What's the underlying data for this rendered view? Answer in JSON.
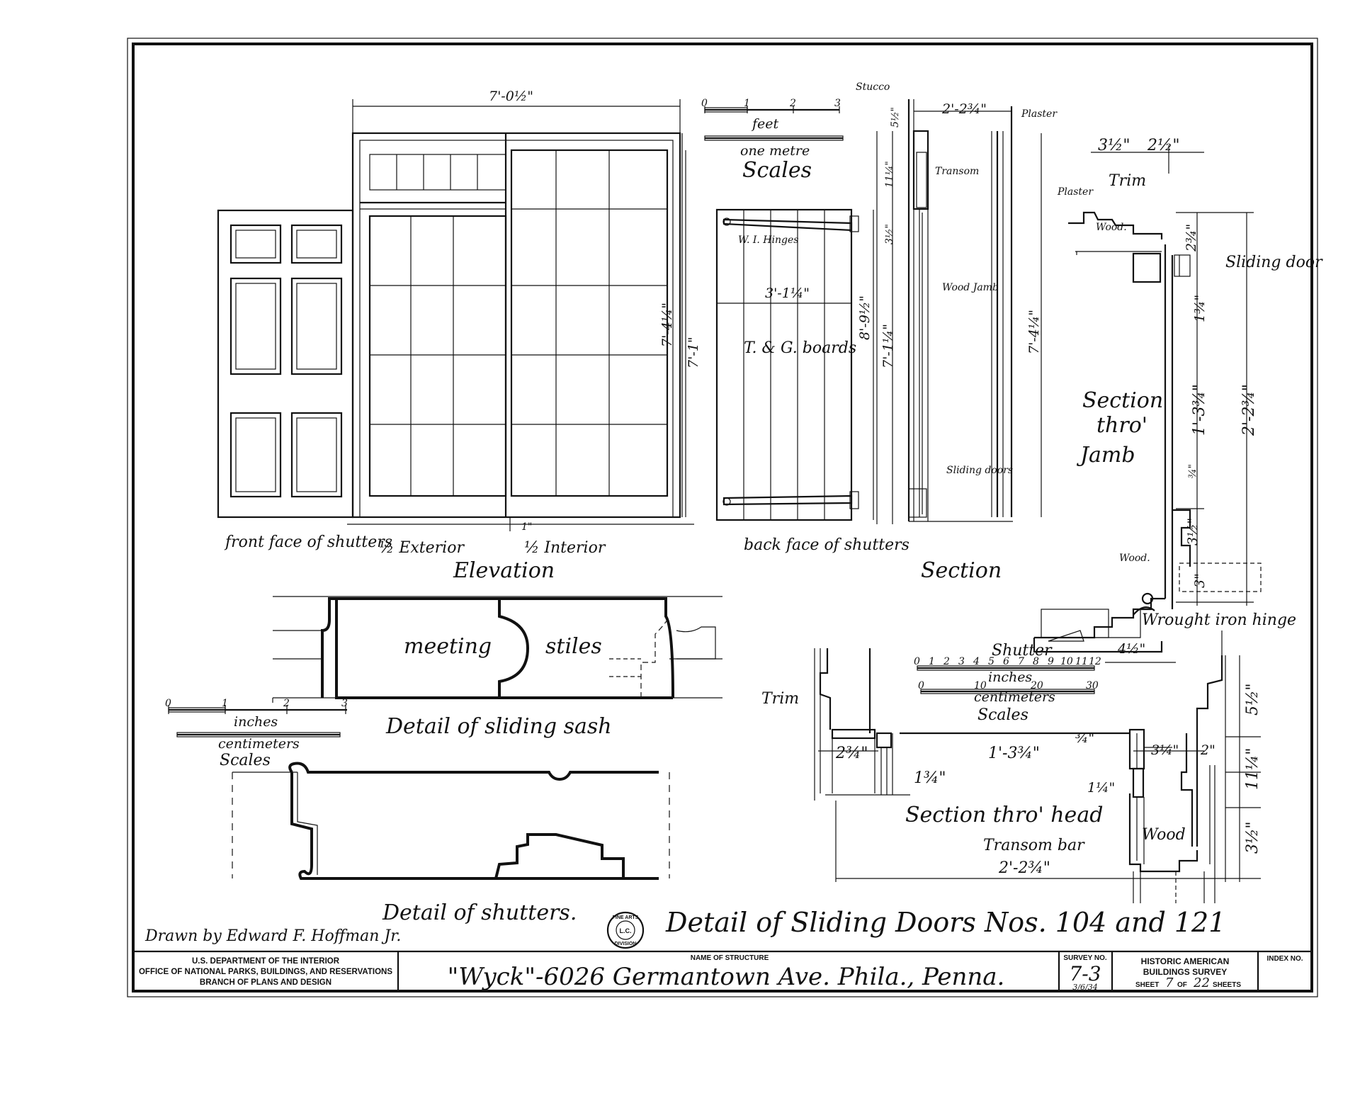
{
  "elevation": {
    "overall_width": "7'-0½\"",
    "height_left": "7'-4¼\"",
    "height_inner": "7'-1\"",
    "gap": "1\"",
    "front_face_label": "front face of shutters",
    "exterior_label": "½ Exterior",
    "interior_label": "½ Interior",
    "title": "Elevation"
  },
  "scales_top": {
    "ticks": [
      "0",
      "1",
      "2",
      "3"
    ],
    "feet": "feet",
    "metre": "one metre",
    "title": "Scales"
  },
  "back_face": {
    "hinges": "W. I. Hinges",
    "width": "3'-1¼\"",
    "boards": "T. & G. boards",
    "height": "8'-9½\"",
    "label": "back face of shutters"
  },
  "section": {
    "stucco": "Stucco",
    "plaster": "Plaster",
    "width": "2'-2¾\"",
    "d1": "5½\"",
    "d2": "11¼\"",
    "d3": "3½\"",
    "d4": "7'-1¼\"",
    "d5": "7'-4¼\"",
    "transom": "Transom",
    "wood_jamb": "Wood Jamb",
    "sliding_doors": "Sliding doors",
    "title": "Section"
  },
  "jamb": {
    "d1": "3½\"",
    "d2": "2½\"",
    "trim": "Trim",
    "plaster": "Plaster",
    "wood": "Wood.",
    "d3": "2¾\"",
    "sliding_door": "Sliding door",
    "d4": "1¾\"",
    "d5": "1'-3¾\"",
    "d6": "2'-2¾\"",
    "d7": "¾\"",
    "d8": "3½\"",
    "wood2": "Wood.",
    "d9": "3\"",
    "title1": "Section",
    "title2": "thro'",
    "title3": "Jamb",
    "hinge": "Wrought iron hinge",
    "shutter": "Shutter",
    "d10": "4½\""
  },
  "sash": {
    "meeting": "meeting",
    "stiles": "stiles",
    "title": "Detail of sliding sash",
    "ticks": [
      "0",
      "1",
      "2",
      "3"
    ],
    "inches": "inches",
    "centimeters": "centimeters",
    "scales": "Scales"
  },
  "head": {
    "ticks": [
      "0",
      "1",
      "2",
      "3",
      "4",
      "5",
      "6",
      "7",
      "8",
      "9",
      "10",
      "11",
      "12"
    ],
    "inches": "inches",
    "cm_ticks": [
      "0",
      "10",
      "20",
      "30"
    ],
    "centimeters": "centimeters",
    "scales": "Scales",
    "trim": "Trim",
    "d1": "2¾\"",
    "d2": "1¾\"",
    "d3": "1'-3¾\"",
    "d4": "¾\"",
    "d5": "3¼\"",
    "d6": "2\"",
    "d7": "5½\"",
    "d8": "1¼\"",
    "d9": "11¼\"",
    "d10": "3½\"",
    "wood": "Wood",
    "title": "Section thro' head",
    "transom_bar": "Transom bar",
    "d11": "2'-2¾\""
  },
  "shutters_detail": {
    "title": "Detail of shutters."
  },
  "sheet_title": "Detail of Sliding Doors Nos. 104 and 121",
  "drawn_by": "Drawn by Edward F. Hoffman Jr.",
  "stamp": {
    "top": "FINE ARTS",
    "bottom": "DIVISION",
    "center": "L.C."
  },
  "title_block": {
    "dept1": "U.S. DEPARTMENT OF THE INTERIOR",
    "dept2": "OFFICE OF NATIONAL PARKS, BUILDINGS, AND RESERVATIONS",
    "dept3": "BRANCH OF PLANS AND DESIGN",
    "name_label": "NAME OF STRUCTURE",
    "structure": "\"Wyck\"-6026 Germantown Ave. Phila., Penna.",
    "survey_label": "SURVEY NO.",
    "survey_no": "7-3",
    "survey_date": "3/6/34",
    "habs1": "HISTORIC AMERICAN",
    "habs2": "BUILDINGS SURVEY",
    "sheet_word": "SHEET",
    "sheet_no": "7",
    "of_word": "OF",
    "sheet_total": "22",
    "sheets_word": "SHEETS",
    "index_label": "INDEX NO."
  }
}
